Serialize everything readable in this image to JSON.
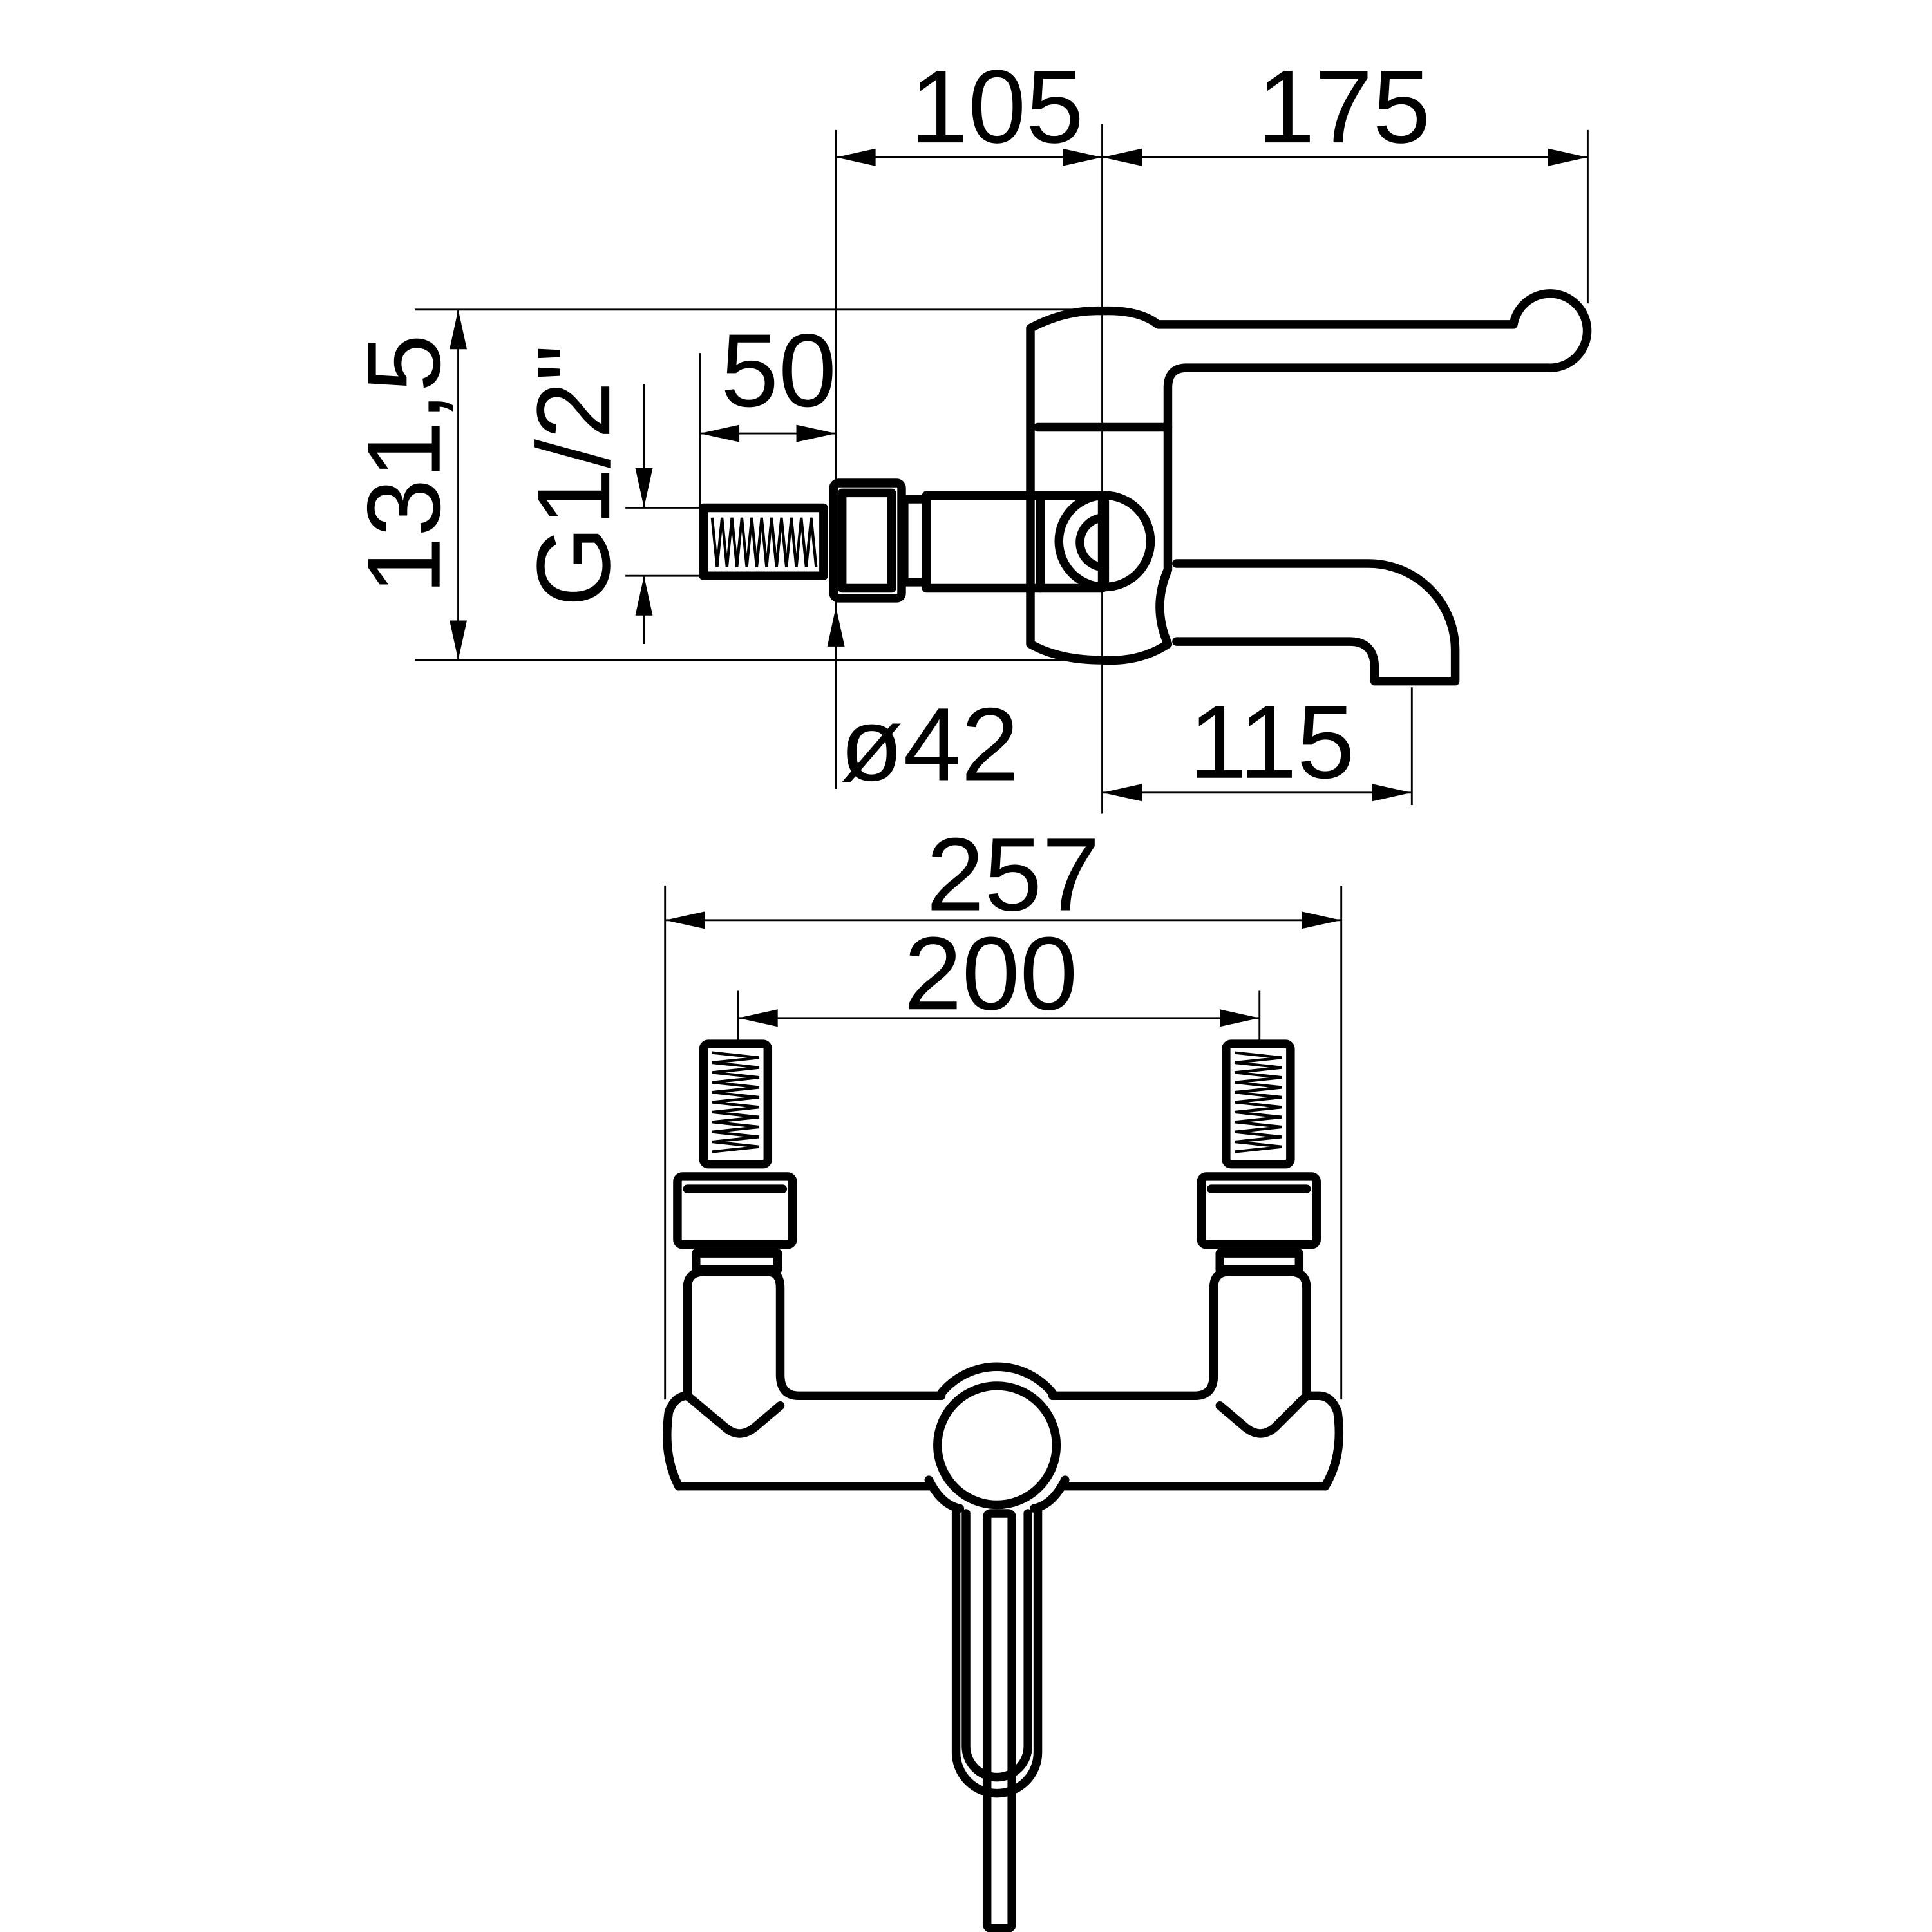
{
  "side_view": {
    "dim_105": "105",
    "dim_175": "175",
    "dim_height": "131,5",
    "dim_thread": "G1/2\"",
    "dim_50": "50",
    "dim_diameter": "ø42",
    "dim_115": "115"
  },
  "bottom_view": {
    "dim_257": "257",
    "dim_200": "200"
  }
}
